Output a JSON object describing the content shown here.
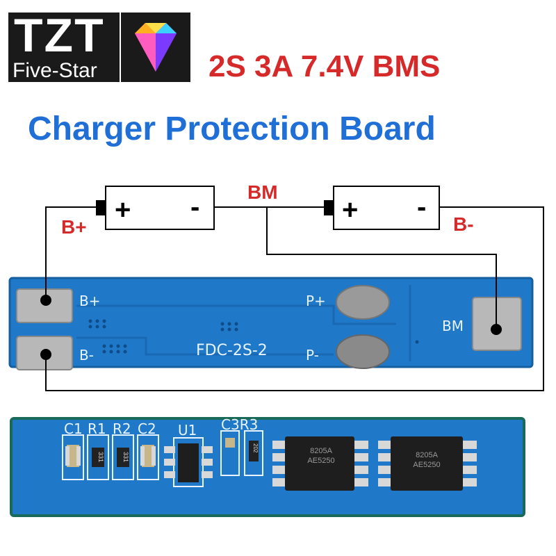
{
  "logo": {
    "brand": "TZT",
    "subtitle": "Five-Star"
  },
  "title": {
    "line1": "2S 3A 7.4V BMS",
    "line2": "Charger Protection Board"
  },
  "diagram": {
    "label_bplus": "B+",
    "label_bm": "BM",
    "label_bminus": "B-",
    "battery_plus": "+",
    "battery_minus": "-"
  },
  "board_front": {
    "pad_bplus": "B+",
    "pad_bminus": "B-",
    "pad_pplus": "P+",
    "pad_pminus": "P-",
    "pad_bm": "BM",
    "model": "FDC-2S-2"
  },
  "board_back": {
    "c1": "C1",
    "r1": "R1",
    "r2": "R2",
    "c2": "C2",
    "u1": "U1",
    "c3r3": "C3R3",
    "r1_code": "331",
    "r2_code": "331",
    "r3_code": "202",
    "mosfet1": "8205A\nAE5250",
    "mosfet2": "8205A\nAE5250"
  },
  "colors": {
    "pcb": "#1f78c8",
    "pcb_dark": "#1258a0",
    "pcb_edge": "#1a6a5a",
    "title_red": "#d62a2a",
    "title_blue": "#1f6fd6",
    "pad": "#b8b8b8"
  }
}
